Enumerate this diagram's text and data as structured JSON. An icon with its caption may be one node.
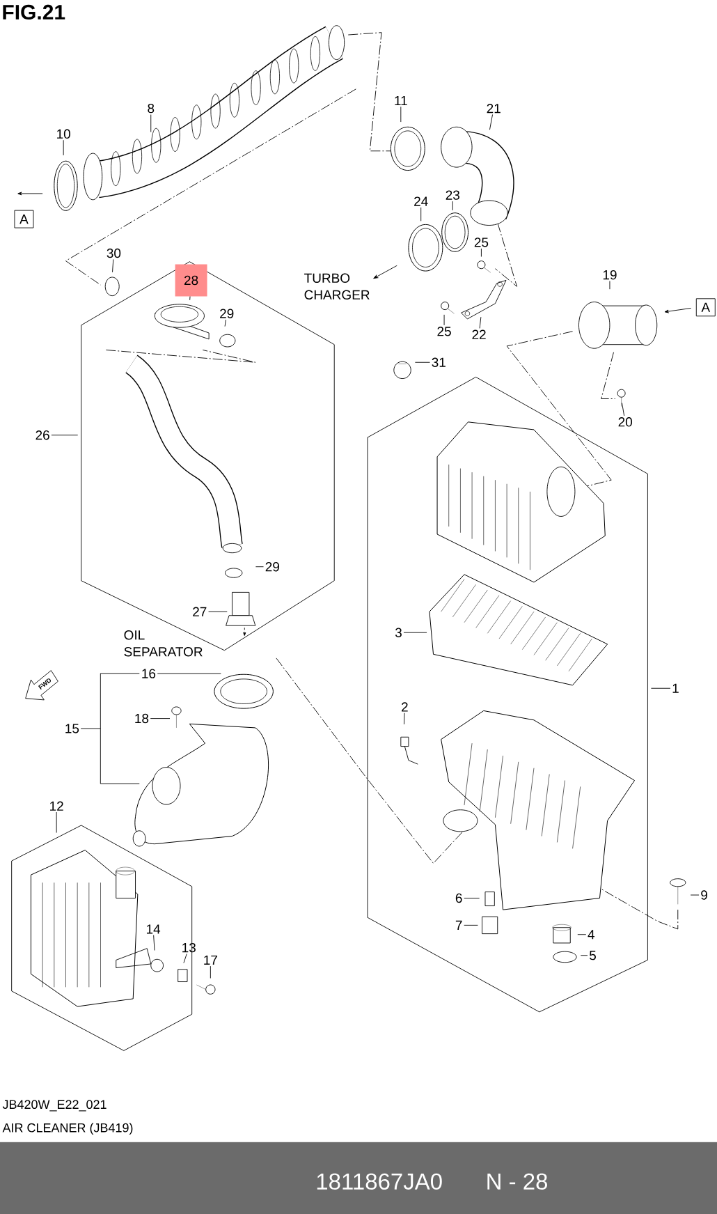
{
  "diagram": {
    "title": "FIG.21",
    "nodes": [
      {
        "text": [
          "8"
        ]
      },
      {
        "text": [
          "10"
        ]
      },
      {
        "text": [
          "11"
        ]
      },
      {
        "text": [
          "21"
        ]
      },
      {
        "text": [
          "24"
        ]
      },
      {
        "text": [
          "23"
        ]
      },
      {
        "text": [
          "25"
        ]
      },
      {
        "text": [
          "19"
        ]
      },
      {
        "text": [
          "30"
        ]
      },
      {
        "text": [
          "28"
        ]
      },
      {
        "text": [
          "29"
        ]
      },
      {
        "text": [
          "25"
        ]
      },
      {
        "text": [
          "22"
        ]
      },
      {
        "text": [
          "31"
        ]
      },
      {
        "text": [
          "20"
        ]
      },
      {
        "text": [
          "26"
        ]
      },
      {
        "text": [
          "29"
        ]
      },
      {
        "text": [
          "27"
        ]
      },
      {
        "text": [
          "16"
        ]
      },
      {
        "text": [
          "18"
        ]
      },
      {
        "text": [
          "15"
        ]
      },
      {
        "text": [
          "1"
        ]
      },
      {
        "text": [
          "3"
        ]
      },
      {
        "text": [
          "2"
        ]
      },
      {
        "text": [
          "12"
        ]
      },
      {
        "text": [
          "6"
        ]
      },
      {
        "text": [
          "9"
        ]
      },
      {
        "text": [
          "7"
        ]
      },
      {
        "text": [
          "4"
        ]
      },
      {
        "text": [
          "5"
        ]
      },
      {
        "text": [
          "14"
        ]
      },
      {
        "text": [
          "13"
        ]
      },
      {
        "text": [
          "17"
        ]
      },
      {
        "text": [],
        "shape": "bracket"
      }
    ],
    "edges": [
      {
        "from": 0,
        "to": null,
        "arrow": "none"
      },
      {
        "from": 1,
        "to": null,
        "arrow": "none"
      },
      {
        "from": 2,
        "to": null,
        "arrow": "none"
      },
      {
        "from": 3,
        "to": null,
        "arrow": "none"
      },
      {
        "from": 4,
        "to": null,
        "arrow": "none"
      },
      {
        "from": 5,
        "to": null,
        "arrow": "none"
      },
      {
        "from": 6,
        "to": null,
        "arrow": "none"
      },
      {
        "from": 7,
        "to": null,
        "arrow": "none"
      },
      {
        "from": 8,
        "to": null,
        "arrow": "none"
      },
      {
        "from": 9,
        "to": null,
        "arrow": "none"
      },
      {
        "from": 10,
        "to": null,
        "arrow": "none"
      },
      {
        "from": 11,
        "to": null,
        "arrow": "none"
      },
      {
        "from": 12,
        "to": null,
        "arrow": "none"
      },
      {
        "from": 13,
        "to": null,
        "arrow": "none"
      },
      {
        "from": 14,
        "to": null,
        "arrow": "none"
      },
      {
        "from": 15,
        "to": null,
        "arrow": "none"
      },
      {
        "from": 16,
        "to": null,
        "arrow": "none"
      },
      {
        "from": 17,
        "to": null,
        "arrow": "none"
      },
      {
        "from": 18,
        "to": null,
        "arrow": "none"
      },
      {
        "from": 19,
        "to": null,
        "arrow": "none"
      },
      {
        "from": 20,
        "to": 33,
        "arrow": "none"
      },
      {
        "from": 21,
        "to": null,
        "arrow": "none"
      },
      {
        "from": 22,
        "to": null,
        "arrow": "none"
      },
      {
        "from": 23,
        "to": null,
        "arrow": "none"
      },
      {
        "from": 24,
        "to": null,
        "arrow": "none"
      },
      {
        "from": 25,
        "to": null,
        "arrow": "none"
      },
      {
        "from": 26,
        "to": null,
        "arrow": "none"
      },
      {
        "from": 27,
        "to": null,
        "arrow": "none"
      },
      {
        "from": 28,
        "to": null,
        "arrow": "none"
      },
      {
        "from": 29,
        "to": null,
        "arrow": "none"
      },
      {
        "from": 30,
        "to": null,
        "arrow": "none"
      },
      {
        "from": 31,
        "to": null,
        "arrow": "none"
      },
      {
        "from": 32,
        "to": null,
        "arrow": "none"
      }
    ],
    "labels": [
      "A",
      "TURBO CHARGER",
      "A",
      "OIL SEPARATOR",
      "FWD",
      "JB420W_E22_021",
      "AIR CLEANER (JB419)",
      "1811867JA0",
      "N - 28"
    ]
  }
}
